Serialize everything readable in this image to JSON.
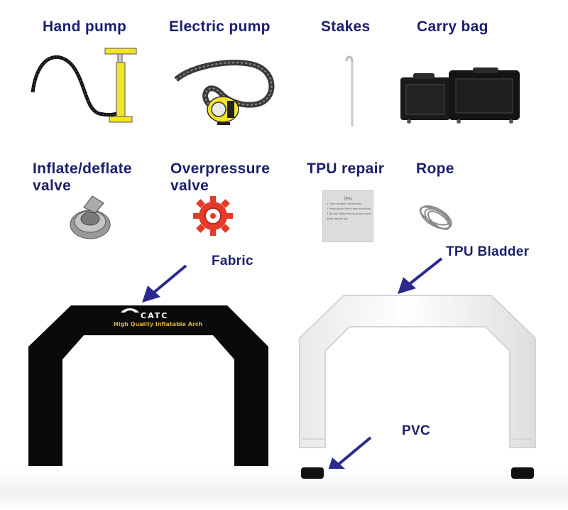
{
  "accessories": {
    "hand_pump": "Hand pump",
    "electric_pump": "Electric pump",
    "stakes": "Stakes",
    "carry_bag": "Carry bag",
    "inflate_deflate_valve_line1": "Inflate/deflate",
    "inflate_deflate_valve_line2": "valve",
    "overpressure_valve_line1": "Overpressure",
    "overpressure_valve_line2": "valve",
    "tpu_repair": "TPU repair",
    "rope": "Rope"
  },
  "repair_card": {
    "title": "TPU",
    "line1": "1 Clean product thoroughly",
    "line2": "2 Press patch firmly over puncture",
    "line3": "3 Do not inflate for two-hour hours",
    "line4": "allow repairs set"
  },
  "annotations": {
    "fabric": "Fabric",
    "tpu_bladder": "TPU Bladder",
    "pvc": "PVC"
  },
  "arch_brand": {
    "name": "CATC",
    "tagline": "High Quality Inflatable Arch"
  },
  "colors": {
    "label_text": "#1a1f6e",
    "arrow": "#2b2a8c",
    "pump_yellow": "#f2e426",
    "valve_red": "#e43a2a",
    "arch_black": "#0a0a0a",
    "tagline_gold": "#d9b13a"
  }
}
